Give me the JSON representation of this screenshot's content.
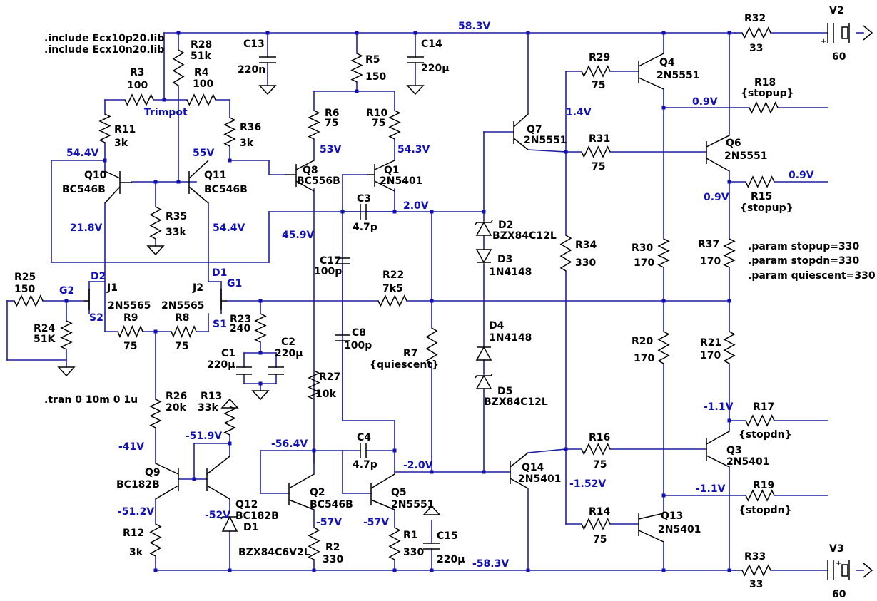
{
  "directives": {
    "inc1": ".include Ecx10p20.lib",
    "inc2": ".include Ecx10n20.lib",
    "tran": ".tran 0 10m 0 1u",
    "p1": ".param stopup=330",
    "p2": ".param stopdn=330",
    "p3": ".param quiescent=330"
  },
  "components": {
    "R28": {
      "name": "R28",
      "value": "51k"
    },
    "R3": {
      "name": "R3",
      "value": "100"
    },
    "R4": {
      "name": "R4",
      "value": "100"
    },
    "R11": {
      "name": "R11",
      "value": "3k"
    },
    "R36": {
      "name": "R36",
      "value": "3k"
    },
    "R35": {
      "name": "R35",
      "value": "33k"
    },
    "R5": {
      "name": "R5",
      "value": "150"
    },
    "R6": {
      "name": "R6",
      "value": "75"
    },
    "R10": {
      "name": "R10",
      "value": "75"
    },
    "C13": {
      "name": "C13",
      "value": "220n"
    },
    "C14": {
      "name": "C14",
      "value": "220µ"
    },
    "C3": {
      "name": "C3",
      "value": "4.7p"
    },
    "C17": {
      "name": "C17",
      "value": "100p"
    },
    "C8": {
      "name": "C8",
      "value": "100p"
    },
    "R22": {
      "name": "R22",
      "value": "7k5"
    },
    "R7": {
      "name": "R7",
      "value": "{quiescent}"
    },
    "R25": {
      "name": "R25",
      "value": "150"
    },
    "R24": {
      "name": "R24",
      "value": "51K"
    },
    "R9": {
      "name": "R9",
      "value": "75"
    },
    "R8": {
      "name": "R8",
      "value": "75"
    },
    "R23": {
      "name": "R23",
      "value": "240"
    },
    "C1": {
      "name": "C1",
      "value": "220µ"
    },
    "C2": {
      "name": "C2",
      "value": "220µ"
    },
    "R26": {
      "name": "R26",
      "value": "20k"
    },
    "R13": {
      "name": "R13",
      "value": "33k"
    },
    "R12": {
      "name": "R12",
      "value": "3k"
    },
    "R27": {
      "name": "R27",
      "value": "10k"
    },
    "R2": {
      "name": "R2",
      "value": "330"
    },
    "R1": {
      "name": "R1",
      "value": "330"
    },
    "C4": {
      "name": "C4",
      "value": "4.7p"
    },
    "C15": {
      "name": "C15",
      "value": "220µ"
    },
    "R29": {
      "name": "R29",
      "value": "75"
    },
    "R31": {
      "name": "R31",
      "value": "75"
    },
    "R34": {
      "name": "R34",
      "value": "330"
    },
    "R30": {
      "name": "R30",
      "value": "170"
    },
    "R20": {
      "name": "R20",
      "value": "170"
    },
    "R16": {
      "name": "R16",
      "value": "75"
    },
    "R14": {
      "name": "R14",
      "value": "75"
    },
    "R37": {
      "name": "R37",
      "value": "170"
    },
    "R21": {
      "name": "R21",
      "value": "170"
    },
    "R18": {
      "name": "R18",
      "value": "{stopup}"
    },
    "R15": {
      "name": "R15",
      "value": "{stopup}"
    },
    "R17": {
      "name": "R17",
      "value": "{stopdn}"
    },
    "R19": {
      "name": "R19",
      "value": "{stopdn}"
    },
    "R32": {
      "name": "R32",
      "value": "33"
    },
    "R33": {
      "name": "R33",
      "value": "33"
    },
    "V2": {
      "name": "V2",
      "value": "60"
    },
    "V3": {
      "name": "V3",
      "value": "60"
    },
    "Q10": {
      "name": "Q10",
      "value": "BC546B"
    },
    "Q11": {
      "name": "Q11",
      "value": "BC546B"
    },
    "Q8": {
      "name": "Q8",
      "value": "BC556B"
    },
    "Q1": {
      "name": "Q1",
      "value": "2N5401"
    },
    "Q7": {
      "name": "Q7",
      "value": "2N5551"
    },
    "Q4": {
      "name": "Q4",
      "value": "2N5551"
    },
    "Q6": {
      "name": "Q6",
      "value": "2N5551"
    },
    "Q3": {
      "name": "Q3",
      "value": "2N5401"
    },
    "Q13": {
      "name": "Q13",
      "value": "2N5401"
    },
    "Q14": {
      "name": "Q14",
      "value": "2N5401"
    },
    "Q9": {
      "name": "Q9",
      "value": "BC182B"
    },
    "Q12": {
      "name": "Q12",
      "value": "BC182B"
    },
    "Q2": {
      "name": "Q2",
      "value": "BC546B"
    },
    "Q5": {
      "name": "Q5",
      "value": "2N5551"
    },
    "J1": {
      "name": "J1",
      "value": "2N5565"
    },
    "J2": {
      "name": "J2",
      "value": "2N5565"
    },
    "D1": {
      "name": "D1",
      "value": "BZX84C6V2L"
    },
    "D2": {
      "name": "D2",
      "value": "BZX84C12L"
    },
    "D3": {
      "name": "D3",
      "value": "1N4148"
    },
    "D4": {
      "name": "D4",
      "value": "1N4148"
    },
    "D5": {
      "name": "D5",
      "value": "BZX84C12L"
    }
  },
  "pins": {
    "trimpot": "Trimpot",
    "d2": "D2",
    "d1": "D1",
    "s2": "S2",
    "s1": "S1",
    "g2": "G2",
    "g1": "G1"
  },
  "nets": {
    "v583": "58.3V",
    "vn583": "-58.3V",
    "v544a": "54.4V",
    "v55": "55V",
    "v218": "21.8V",
    "v544b": "54.4V",
    "v53": "53V",
    "v543": "54.3V",
    "v20": "2.0V",
    "v459": "45.9V",
    "v14": "1.4V",
    "v09a": "0.9V",
    "v09b": "0.9V",
    "v09c": "0.9V",
    "vn11a": "-1.1V",
    "vn11b": "-1.1V",
    "vn152": "-1.52V",
    "vn20": "-2.0V",
    "vn564": "-56.4V",
    "vn41": "-41V",
    "vn519": "-51.9V",
    "vn512": "-51.2V",
    "vn52": "-52V",
    "vn57a": "-57V",
    "vn57b": "-57V"
  }
}
